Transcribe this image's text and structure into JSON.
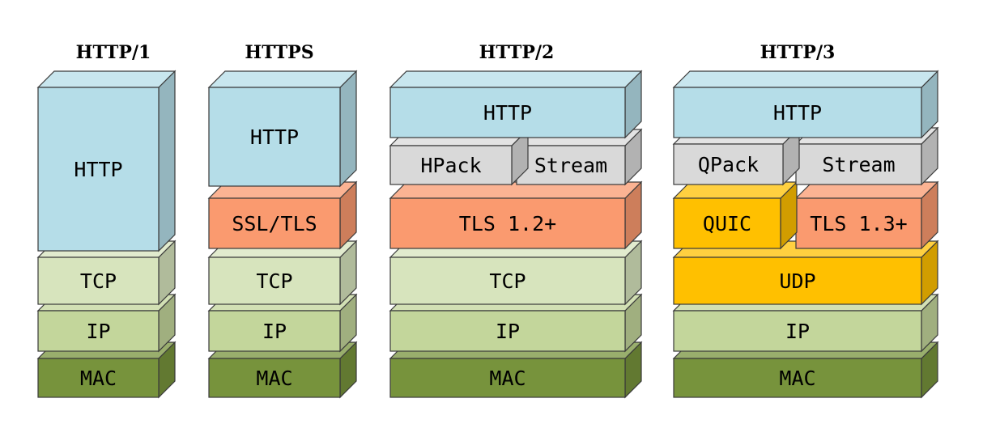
{
  "diagram": {
    "stacks": [
      {
        "title": "HTTP/1",
        "layers": [
          {
            "label": "HTTP",
            "color": "#b5dde8",
            "edge": "#000000"
          },
          {
            "label": "TCP",
            "color": "#d7e4bd",
            "edge": "#000000"
          },
          {
            "label": "IP",
            "color": "#c3d69b",
            "edge": "#000000"
          },
          {
            "label": "MAC",
            "color": "#77933c",
            "edge": "#000000"
          }
        ]
      },
      {
        "title": "HTTPS",
        "layers": [
          {
            "label": "HTTP",
            "color": "#b5dde8"
          },
          {
            "label": "SSL/TLS",
            "color": "#fa9a6f"
          },
          {
            "label": "TCP",
            "color": "#d7e4bd"
          },
          {
            "label": "IP",
            "color": "#c3d69b"
          },
          {
            "label": "MAC",
            "color": "#77933c"
          }
        ]
      },
      {
        "title": "HTTP/2",
        "layers": [
          {
            "label": "HTTP",
            "color": "#b5dde8"
          },
          {
            "label": "HPack",
            "color": "#d9d9d9"
          },
          {
            "label": "Stream",
            "color": "#d9d9d9"
          },
          {
            "label": "TLS 1.2+",
            "color": "#fa9a6f"
          },
          {
            "label": "TCP",
            "color": "#d7e4bd"
          },
          {
            "label": "IP",
            "color": "#c3d69b"
          },
          {
            "label": "MAC",
            "color": "#77933c"
          }
        ]
      },
      {
        "title": "HTTP/3",
        "layers": [
          {
            "label": "HTTP",
            "color": "#b5dde8"
          },
          {
            "label": "QPack",
            "color": "#d9d9d9"
          },
          {
            "label": "Stream",
            "color": "#d9d9d9"
          },
          {
            "label": "QUIC",
            "color": "#ffc000"
          },
          {
            "label": "TLS 1.3+",
            "color": "#fa9a6f"
          },
          {
            "label": "UDP",
            "color": "#ffc000"
          },
          {
            "label": "IP",
            "color": "#c3d69b"
          },
          {
            "label": "MAC",
            "color": "#77933c"
          }
        ]
      }
    ]
  }
}
